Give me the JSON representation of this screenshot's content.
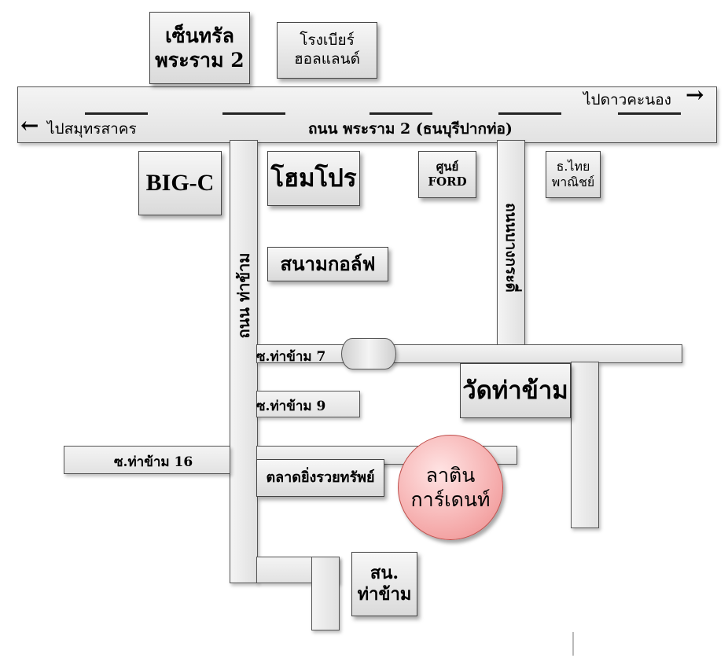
{
  "roads": {
    "main_road": "ถนน พระราม 2 (ธนบุรีปากท่อ)",
    "to_samut_sakhon": "ไปสมุทรสาคร",
    "to_dao_khanong": "ไปดาวคะนอง",
    "tha_kham_road": "ถนน ท่าข้าม",
    "right_road": "ถนนบางกระดี่",
    "soi_7": "ซ.ท่าข้าม 7",
    "soi_9": "ซ.ท่าข้าม 9",
    "soi_16": "ซ.ท่าข้าม 16"
  },
  "places": {
    "central_line1": "เซ็นทรัล",
    "central_line2": "พระราม 2",
    "holland_line1": "โรงเบียร์",
    "holland_line2": "ฮอลแลนด์",
    "bigc": "BIG-C",
    "homepro": "โฮมโปร",
    "ford_line1": "ศูนย์",
    "ford_line2": "FORD",
    "thai_bank_line1": "ธ.ไทย",
    "thai_bank_line2": "พาณิชย์",
    "golf": "สนามกอล์ฟ",
    "wat": "วัดท่าข้าม",
    "market": "ตลาดยิ่งรวยทรัพย์",
    "latin_line1": "ลาติน",
    "latin_line2": "การ์เดนท์",
    "police_line1": "สน.",
    "police_line2": "ท่าข้าม"
  },
  "arrows": {
    "left": "←",
    "right": "→"
  },
  "colors": {
    "destination_fill": "#f4a6a6",
    "destination_border": "#c0504d"
  }
}
